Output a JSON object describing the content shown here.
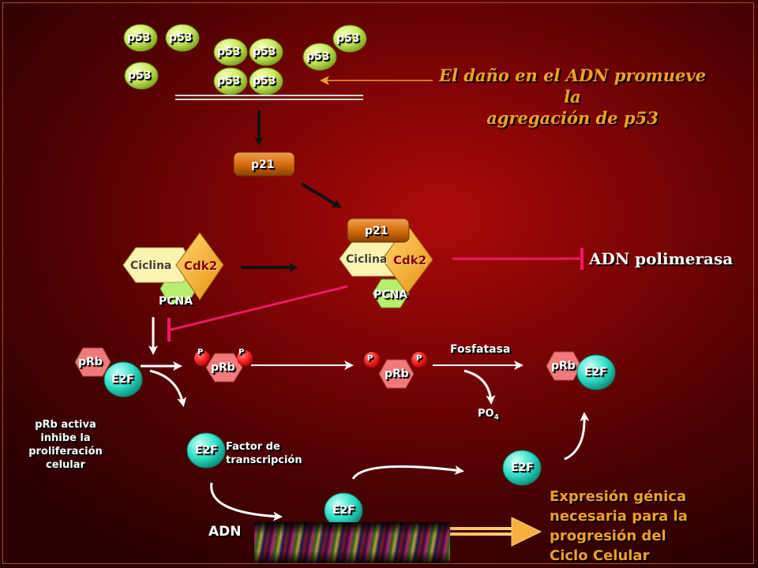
{
  "colors": {
    "p53": "#c8e85a",
    "p21": "#d76e10",
    "ciclina": "#fbf3b0",
    "cdk2": "#f7b020",
    "pcna": "#b8ec70",
    "prb": "#f07a7a",
    "e2f": "#30e0c8",
    "phosphate": "#ee1a1a",
    "inhibition": "#ee1866",
    "caption": "#f0a028"
  },
  "p53": {
    "label": "p53"
  },
  "caption": {
    "line1": "El daño en el ADN promueve la",
    "line2": "agregación de p53"
  },
  "p21": {
    "label": "p21"
  },
  "complex": {
    "ciclina": "Ciclina",
    "cdk2": "Cdk2",
    "pcna": "PCNA"
  },
  "dna_polymerase": "ADN polimerasa",
  "prb": {
    "label": "pRb",
    "phosphate": "P"
  },
  "e2f": {
    "label": "E2F"
  },
  "fosfatasa": "Fosfatasa",
  "po4": {
    "base": "PO",
    "sub": "4"
  },
  "prb_note": {
    "l1": "pRb activa",
    "l2": "inhibe la",
    "l3": "proliferación",
    "l4": "celular"
  },
  "factor": {
    "l1": "Factor de",
    "l2": "transcripción"
  },
  "adn": "ADN",
  "expression": {
    "l1": "Expresión génica",
    "l2": "necesaria para la",
    "l3": "progresión del",
    "l4": "Ciclo Celular"
  }
}
